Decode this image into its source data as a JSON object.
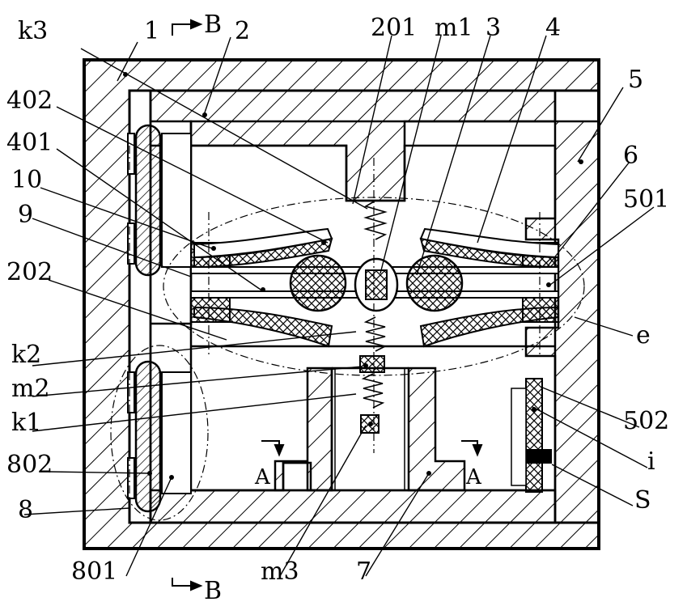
{
  "figure": {
    "callouts": [
      "k3",
      "1",
      "2",
      "201",
      "m1",
      "3",
      "4",
      "402",
      "401",
      "10",
      "9",
      "202",
      "5",
      "6",
      "501",
      "e",
      "k2",
      "m2",
      "k1",
      "502",
      "i",
      "802",
      "S",
      "8",
      "801",
      "m3",
      "7"
    ],
    "section_marks": [
      "B",
      "B",
      "A",
      "A"
    ]
  }
}
